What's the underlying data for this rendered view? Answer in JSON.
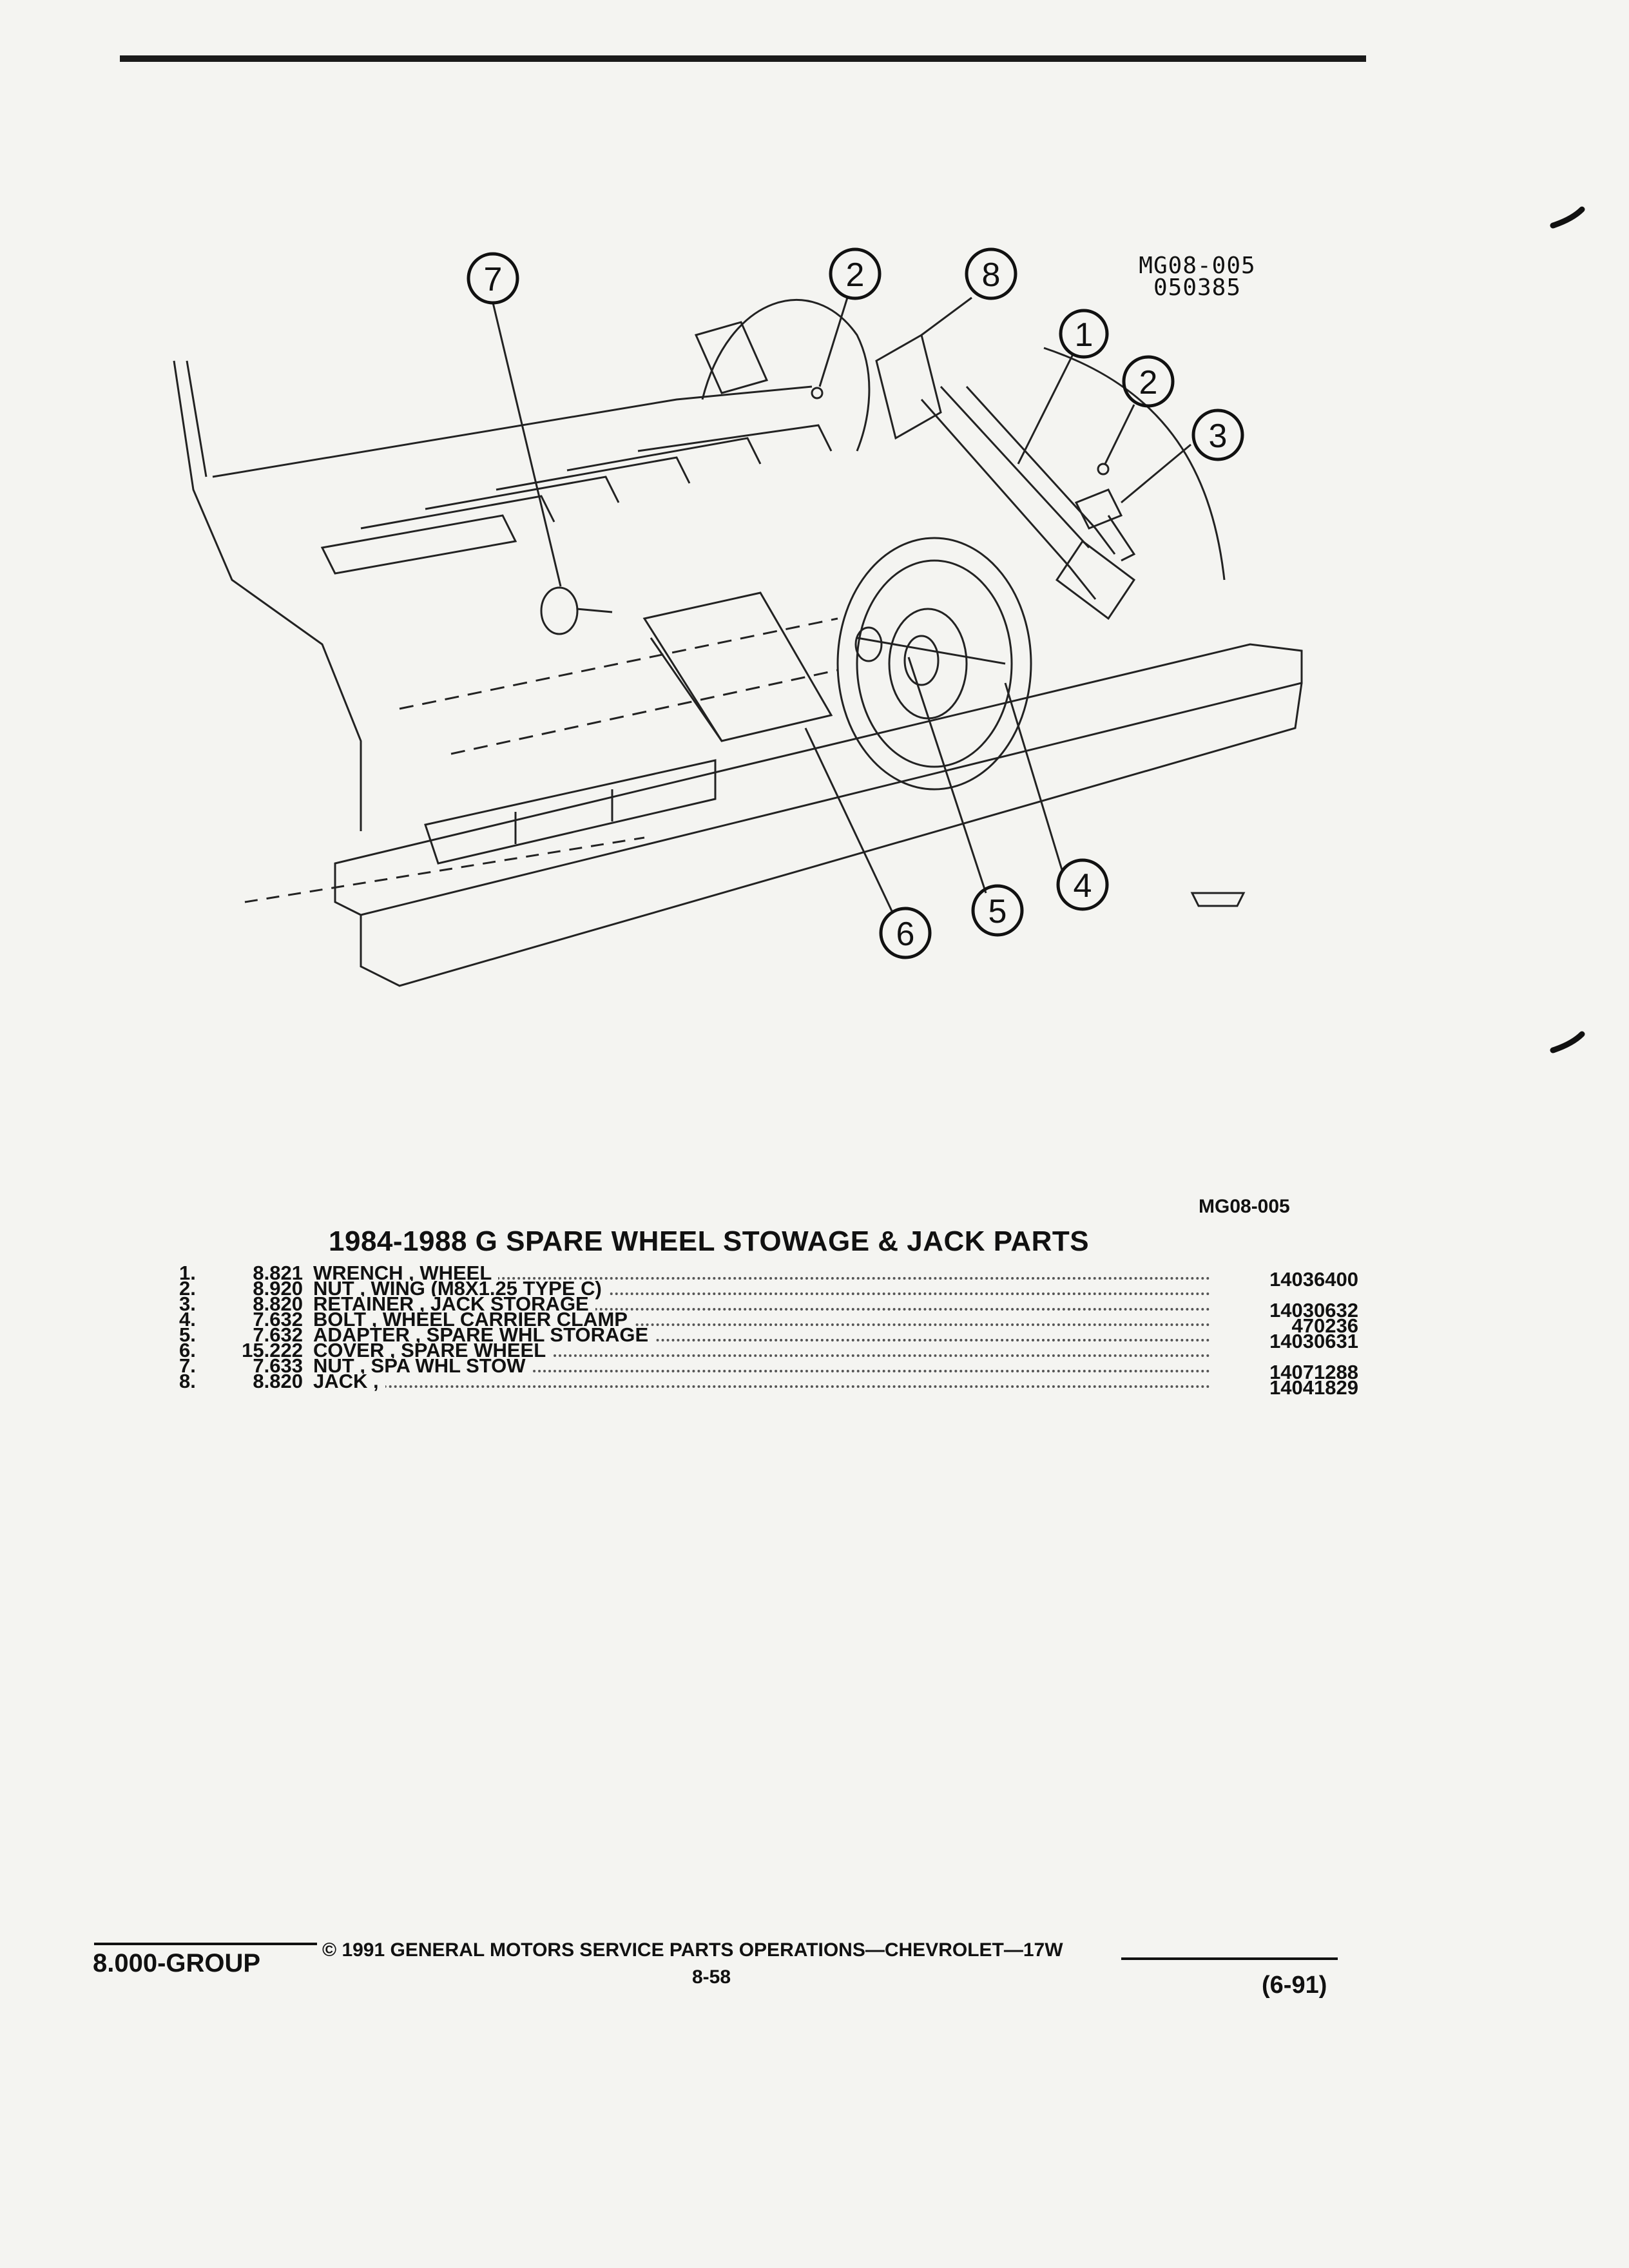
{
  "header": {
    "art_code_line1": "MG08-005",
    "art_code_line2": "050385"
  },
  "callouts": [
    "7",
    "2",
    "8",
    "1",
    "2",
    "3",
    "4",
    "5",
    "6"
  ],
  "figure_ref": "MG08-005",
  "parts_title": "1984-1988 G SPARE WHEEL STOWAGE & JACK PARTS",
  "parts": [
    {
      "num": "1.",
      "code": "8.821",
      "desc": "WRENCH , WHEEL",
      "part_no": "14036400"
    },
    {
      "num": "2.",
      "code": "8.920",
      "desc": "NUT , WING (M8X1.25 TYPE C)",
      "part_no": ""
    },
    {
      "num": "3.",
      "code": "8.820",
      "desc": "RETAINER , JACK STORAGE",
      "part_no": "14030632"
    },
    {
      "num": "4.",
      "code": "7.632",
      "desc": "BOLT , WHEEL CARRIER CLAMP",
      "part_no": "470236"
    },
    {
      "num": "5.",
      "code": "7.632",
      "desc": "ADAPTER , SPARE WHL STORAGE",
      "part_no": "14030631"
    },
    {
      "num": "6.",
      "code": "15.222",
      "desc": "COVER , SPARE WHEEL",
      "part_no": ""
    },
    {
      "num": "7.",
      "code": "7.633",
      "desc": "NUT , SPA WHL STOW",
      "part_no": "14071288"
    },
    {
      "num": "8.",
      "code": "8.820",
      "desc": "JACK ,",
      "part_no": "14041829"
    }
  ],
  "footer": {
    "group": "8.000-GROUP",
    "copyright": "© 1991 GENERAL MOTORS SERVICE PARTS OPERATIONS—CHEVROLET—17W",
    "page": "8-58",
    "date": "(6-91)"
  }
}
